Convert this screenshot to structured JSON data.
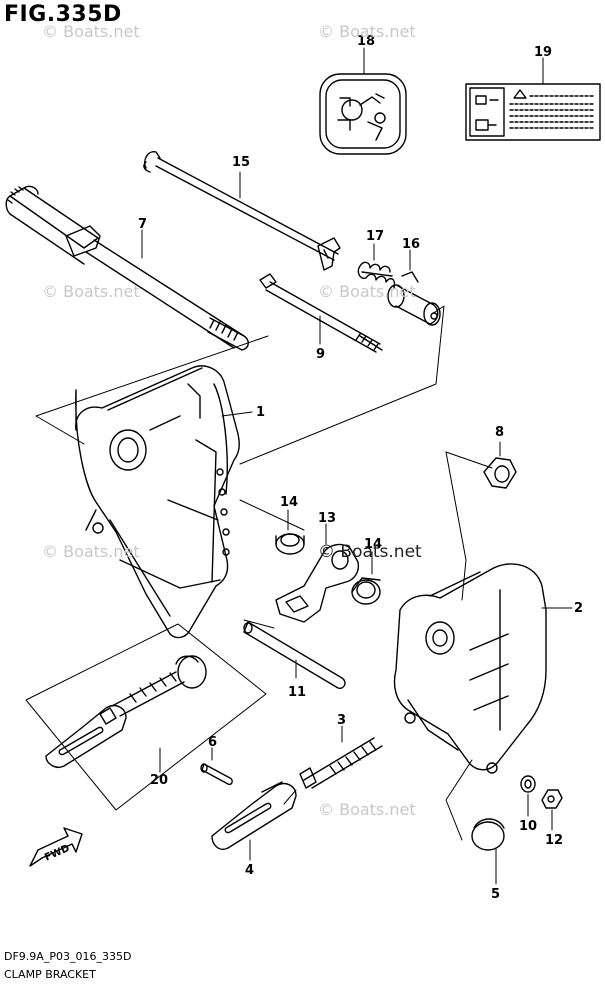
{
  "figure_title": "FIG.335D",
  "footer": {
    "drawing_code": "DF9.9A_P03_016_335D",
    "drawing_name": "CLAMP BRACKET"
  },
  "watermark_text": "© Boats.net",
  "direction_arrow_label": "FWD",
  "callouts": [
    "1",
    "2",
    "3",
    "4",
    "5",
    "6",
    "7",
    "8",
    "9",
    "10",
    "11",
    "12",
    "13",
    "14",
    "14",
    "15",
    "16",
    "17",
    "18",
    "19",
    "20"
  ],
  "colors": {
    "line": "#000000",
    "watermark": "#c8c8c8",
    "background": "#ffffff"
  }
}
